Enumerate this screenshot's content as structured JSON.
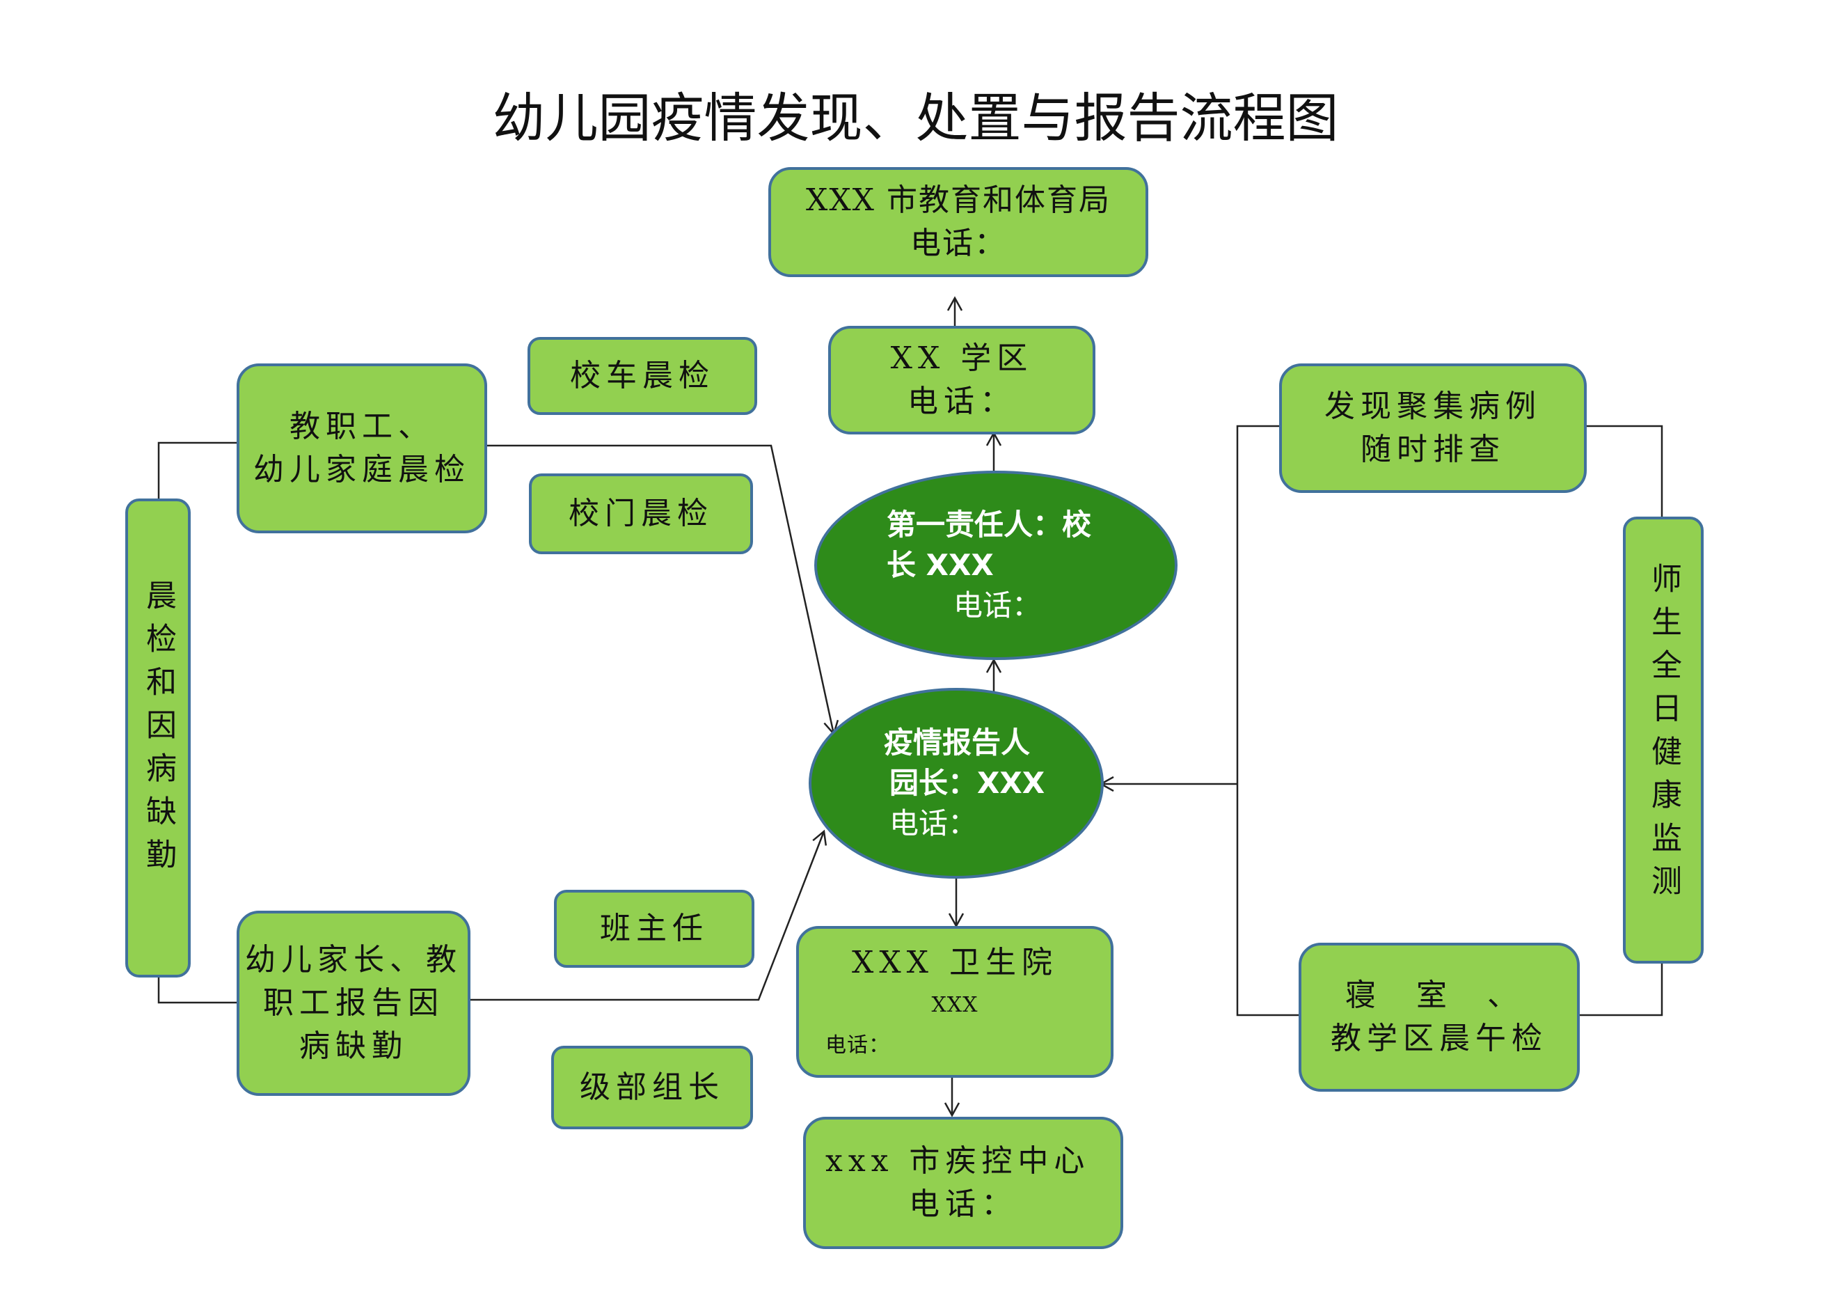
{
  "title": "幼儿园疫情发现、处置与报告流程图",
  "colors": {
    "box_fill": "#92d050",
    "box_border": "#41719c",
    "ellipse_fill": "#2e8b1a",
    "line": "#222222"
  },
  "nodes": {
    "bureau": {
      "line1": "XXX 市教育和体育局",
      "line2": "电话："
    },
    "district": {
      "line1": "XX 学区",
      "line2": "电话："
    },
    "principal": {
      "line1": "第一责任人：校",
      "line2": "长 XXX",
      "line3": "电话："
    },
    "reporter": {
      "line1": "疫情报告人",
      "line2": "园长：XXX",
      "line3": "电话："
    },
    "hospital": {
      "line1": "XXX 卫生院",
      "line2": "XXX",
      "line3": "电话："
    },
    "cdc": {
      "line1": "xxx 市疾控中心",
      "line2": "电话："
    },
    "family_check": {
      "line1": "教职工、",
      "line2": "幼儿家庭晨检"
    },
    "absence_report": {
      "line1": "幼儿家长、教",
      "line2": "职工报告因",
      "line3": "病缺勤"
    },
    "bus_check": {
      "label": "校车晨检"
    },
    "gate_check": {
      "label": "校门晨检"
    },
    "head_teacher": {
      "label": "班主任"
    },
    "grade_leader": {
      "label": "级部组长"
    },
    "morning_absence": {
      "label": "晨检和因病缺勤"
    },
    "cluster_check": {
      "line1": "发现聚集病例",
      "line2": "随时排查"
    },
    "dorm_check": {
      "line1": "寝 室 、",
      "line2": "教学区晨午检"
    },
    "health_monitor": {
      "label": "师生全日健康监测"
    }
  }
}
